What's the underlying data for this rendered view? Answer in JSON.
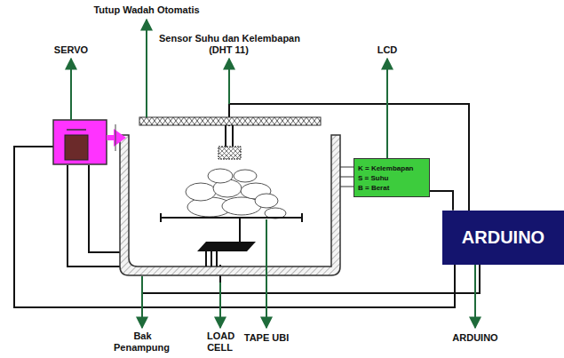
{
  "diagram": {
    "nodes": [
      {
        "text": [
          "K = Kelembapan",
          "S = Suhu",
          "B = Berat"
        ]
      },
      {
        "text": [
          "ARDUINO"
        ]
      }
    ],
    "edges": [
      {
        "from": 0,
        "to": 1,
        "arrow": "none"
      }
    ],
    "labels": [
      "Tutup Wadah Otomatis",
      "SERVO",
      "Sensor Suhu dan Kelembapan (DHT 11)",
      "LCD",
      "Bak Penampung",
      "LOAD CELL",
      "TAPE UBI",
      "ARDUINO"
    ]
  }
}
